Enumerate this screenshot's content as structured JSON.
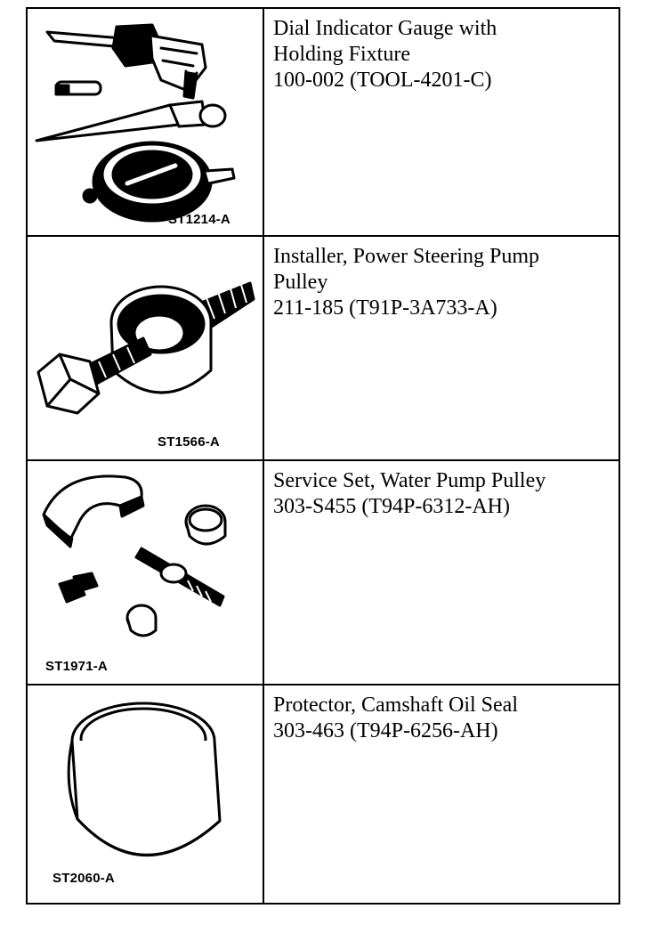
{
  "tools": [
    {
      "art_id": "ST1214-A",
      "description_lines": [
        "Dial Indicator Gauge with",
        "Holding Fixture",
        "100-002 (TOOL-4201-C)"
      ],
      "icon": "dial-indicator-gauge-icon"
    },
    {
      "art_id": "ST1566-A",
      "description_lines": [
        "Installer, Power Steering Pump",
        "Pulley",
        "211-185 (T91P-3A733-A)"
      ],
      "icon": "pulley-installer-icon"
    },
    {
      "art_id": "ST1971-A",
      "description_lines": [
        "Service Set, Water Pump Pulley",
        "303-S455 (T94P-6312-AH)"
      ],
      "icon": "water-pump-service-set-icon"
    },
    {
      "art_id": "ST2060-A",
      "description_lines": [
        "Protector, Camshaft Oil Seal",
        "303-463 (T94P-6256-AH)"
      ],
      "icon": "oil-seal-protector-icon"
    }
  ]
}
